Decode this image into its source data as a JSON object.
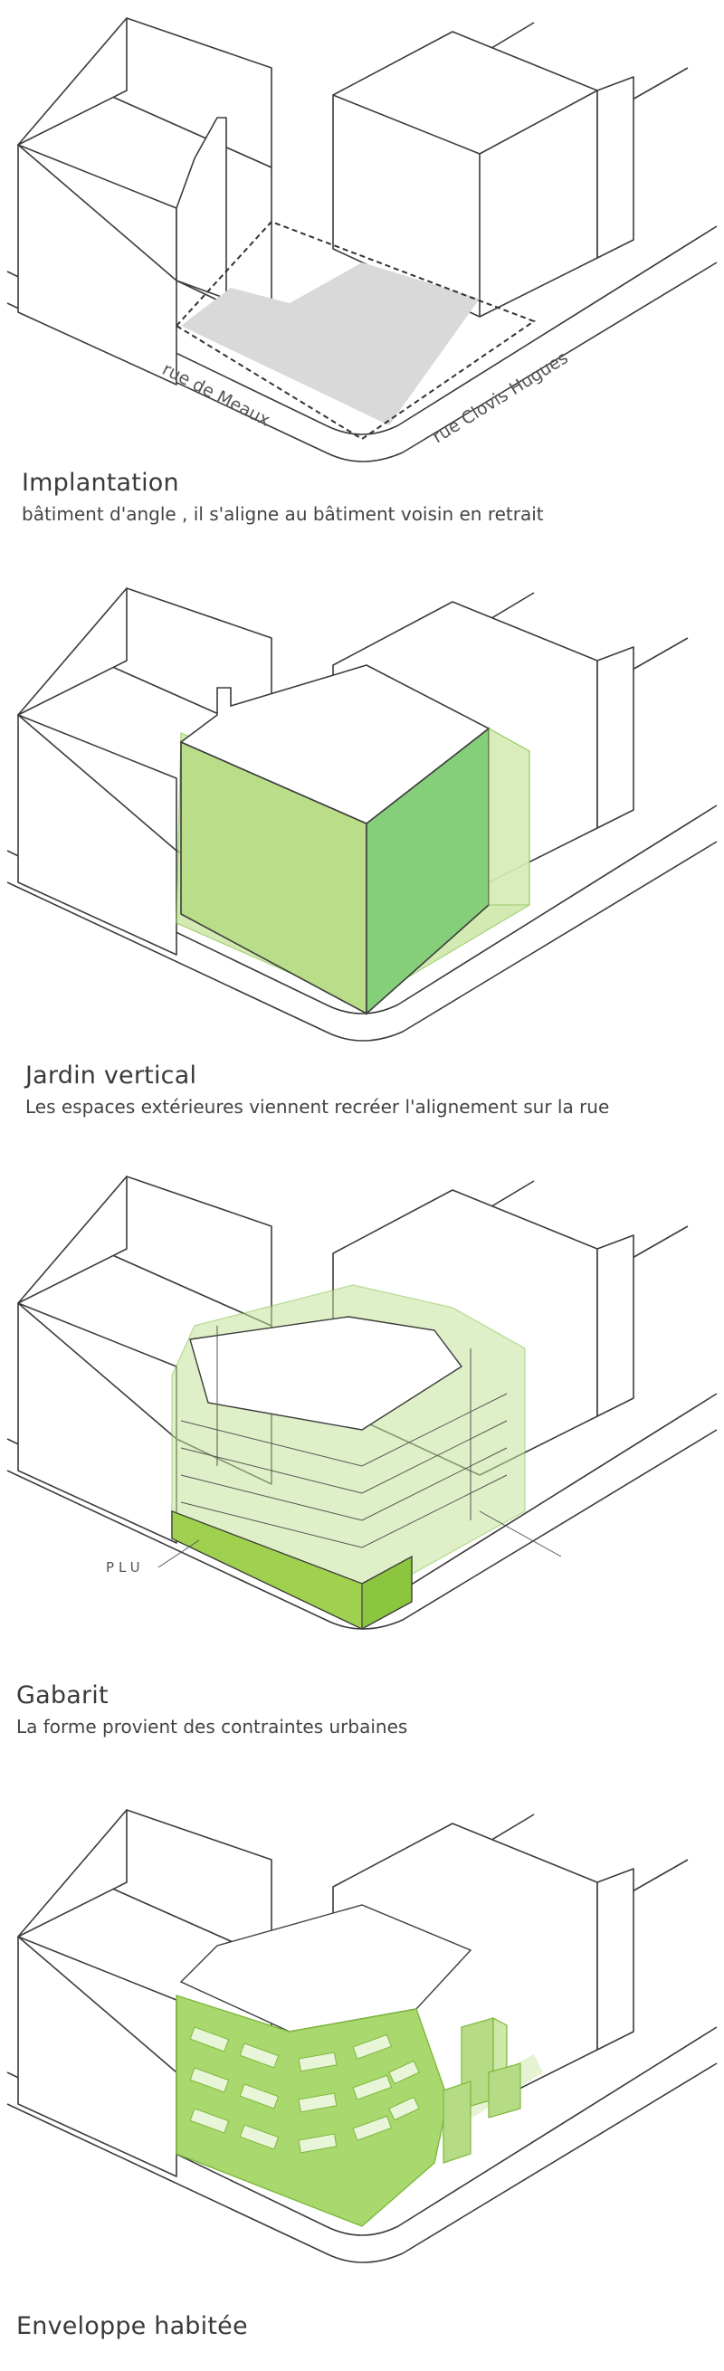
{
  "panels": [
    {
      "title": "Implantation",
      "caption": "bâtiment d'angle , il s'aligne au bâtiment voisin en retrait",
      "streets": [
        "rue de Meaux",
        "rue Clovis Hugues"
      ]
    },
    {
      "title": "Jardin vertical",
      "caption": "Les espaces extérieures viennent recréer l'alignement sur la rue"
    },
    {
      "title": "Gabarit",
      "caption": "La forme provient des contraintes urbaines",
      "label": "PLU"
    },
    {
      "title": "Enveloppe habitée",
      "caption": ""
    }
  ],
  "colors": {
    "green_light": "#c5e39a",
    "green_mid": "#9fd47a",
    "green_dark": "#86c24a",
    "green_face": "#7dc36b",
    "site_gray": "#d9d9d9",
    "line": "#3c3c3c"
  }
}
